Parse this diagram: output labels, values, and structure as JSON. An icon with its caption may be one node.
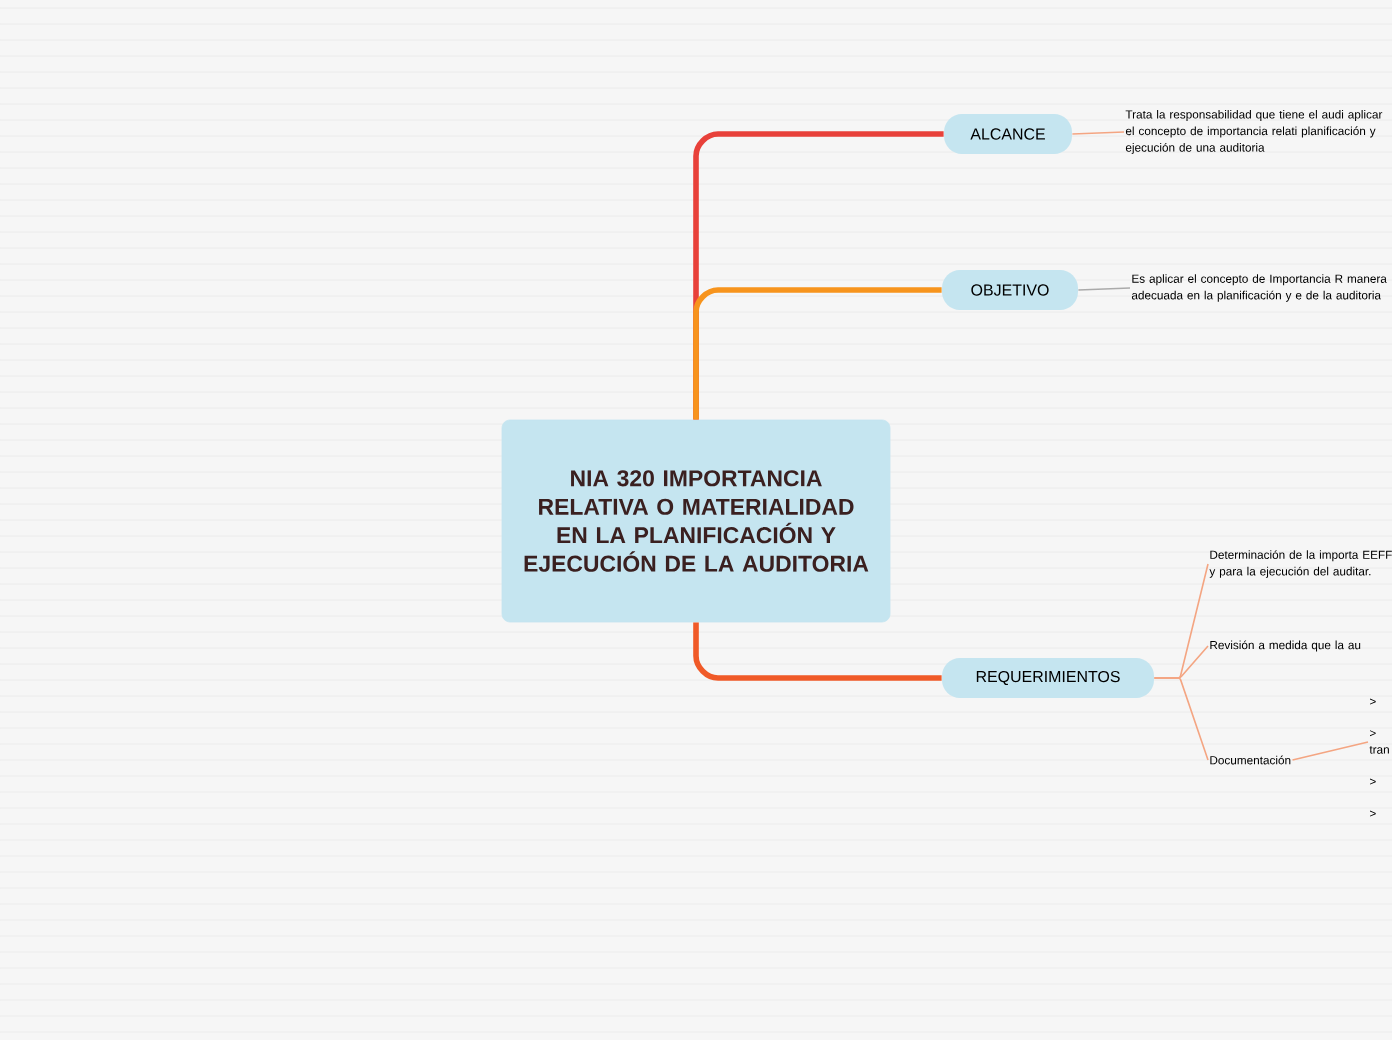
{
  "diagram": {
    "nodes": [
      {
        "text": [
          "NIA 320 IMPORTANCIA RELATIVA O MATERIALIDAD EN LA PLANIFICACIÓN Y EJECUCIÓN DE LA AUDITORIA"
        ]
      },
      {
        "text": [
          "ALCANCE"
        ]
      },
      {
        "text": [
          "Trata la responsabilidad que tiene el audi aplicar el concepto de importancia relati planificación y ejecución de una auditoria"
        ]
      },
      {
        "text": [
          "OBJETIVO"
        ]
      },
      {
        "text": [
          "Es aplicar el concepto de Importancia R manera adecuada en la planificación y e de la auditoria"
        ]
      },
      {
        "text": [
          "REQUERIMIENTOS"
        ]
      },
      {
        "text": [
          "Determinación de la importa EEFF y para la ejecución del auditar."
        ]
      },
      {
        "text": [
          "Revisión a medida que la au"
        ]
      },
      {
        "text": [
          "Documentación"
        ]
      },
      {
        "text": [
          "> tran"
        ]
      }
    ],
    "edges": [
      {
        "from": 0,
        "to": 1,
        "arrow": "none",
        "style": "thick",
        "color": "#e8413a"
      },
      {
        "from": 0,
        "to": 3,
        "arrow": "none",
        "style": "thick",
        "color": "#f7941d"
      },
      {
        "from": 0,
        "to": 5,
        "arrow": "none",
        "style": "thick",
        "color": "#f05a28"
      },
      {
        "from": 1,
        "to": 2,
        "arrow": "none"
      },
      {
        "from": 3,
        "to": 4,
        "arrow": "none",
        "color": "#aaaaaa"
      },
      {
        "from": 5,
        "to": 6,
        "arrow": "none"
      },
      {
        "from": 5,
        "to": 7,
        "arrow": "none"
      },
      {
        "from": 5,
        "to": 8,
        "arrow": "none"
      },
      {
        "from": 8,
        "to": 9,
        "arrow": "none"
      }
    ],
    "labels": [
      ">",
      ">",
      ">"
    ]
  }
}
